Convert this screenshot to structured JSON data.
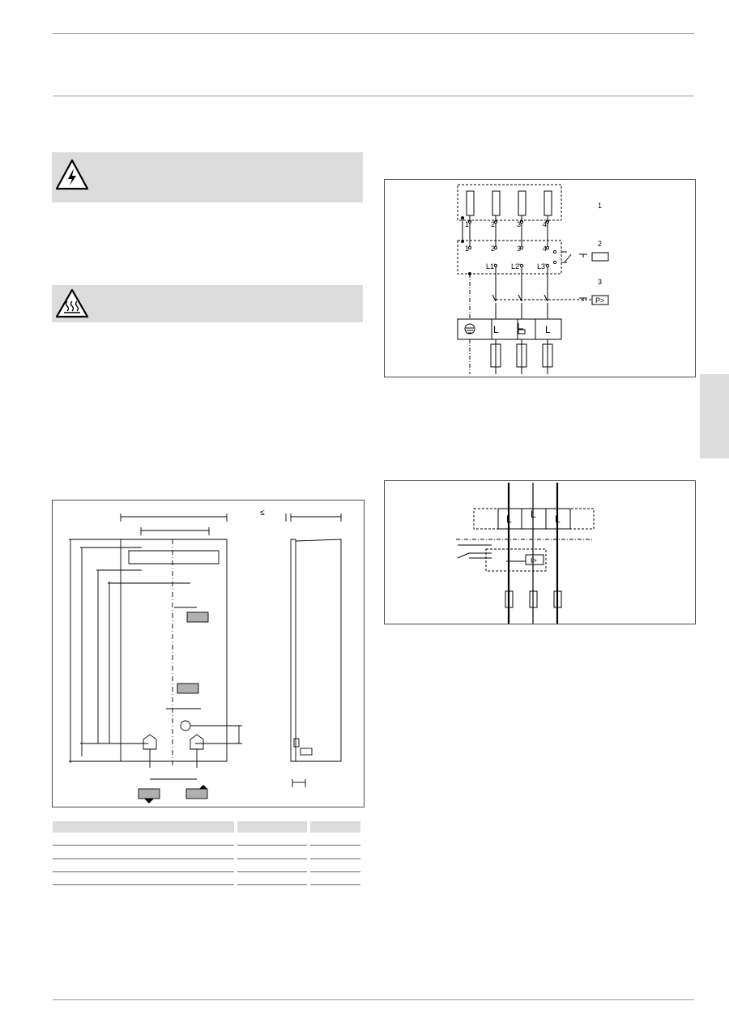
{
  "page": {
    "tab_color": "#dcdcdc",
    "rule_color": "#9a9a9a"
  },
  "warnings": [
    {
      "icon": "electric-hazard-icon"
    },
    {
      "icon": "hot-surface-icon"
    }
  ],
  "wiring_diagram_1": {
    "terminal_numbers_top": [
      "1",
      "2",
      "3",
      "4"
    ],
    "terminal_numbers_mid": [
      "1",
      "2",
      "3",
      "4"
    ],
    "phase_labels": [
      "L1'",
      "L2'",
      "L3'"
    ],
    "callouts": [
      "1",
      "2",
      "3"
    ],
    "limiter_label": "P>",
    "terminal_labels": [
      "L",
      "L"
    ]
  },
  "wiring_diagram_2": {
    "terminal_labels": [
      "L",
      "L",
      "L"
    ],
    "relay_label": "I>"
  },
  "dimension_drawing": {
    "lte_symbol": "≤"
  }
}
